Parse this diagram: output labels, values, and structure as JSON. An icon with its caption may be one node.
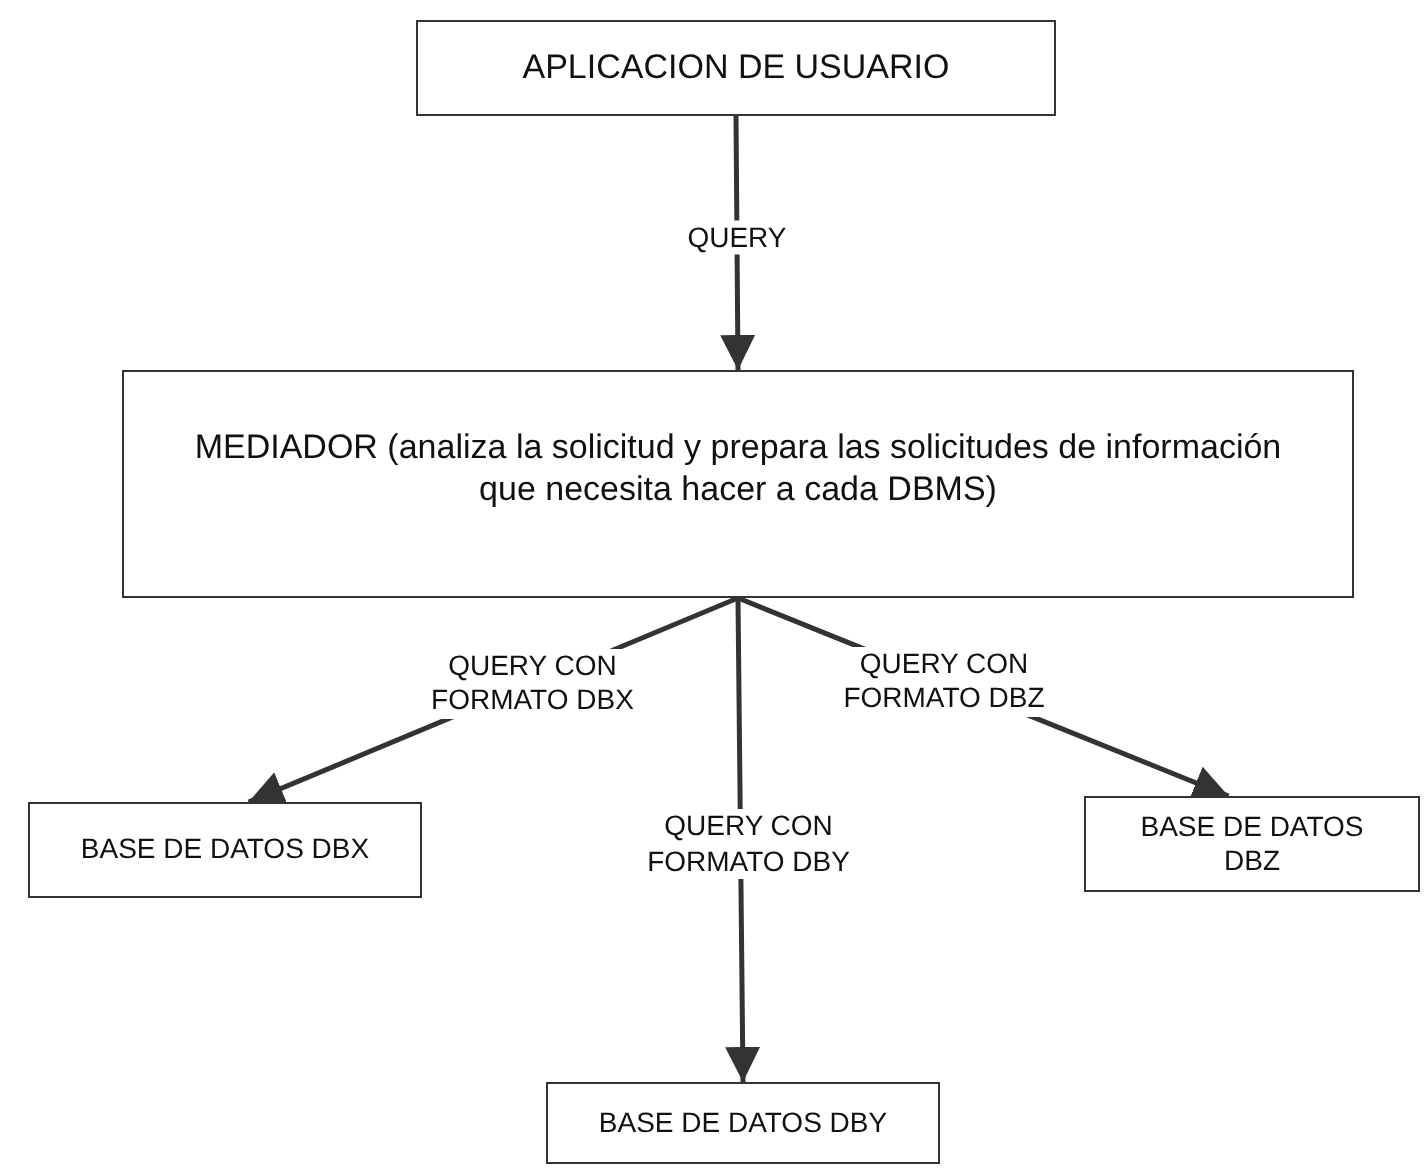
{
  "diagram": {
    "nodes": [
      {
        "text": [
          "APLICACION DE USUARIO"
        ]
      },
      {
        "text": [
          "MEDIADOR (analiza la solicitud y prepara las solicitudes de información que necesita hacer a cada DBMS)"
        ]
      },
      {
        "text": [
          "BASE DE DATOS DBX"
        ]
      },
      {
        "text": [
          "BASE DE DATOS DBY"
        ]
      },
      {
        "text": [
          "BASE DE DATOS DBZ"
        ]
      }
    ],
    "edges": [
      {
        "from": 0,
        "to": 1,
        "arrow": "to",
        "label": "QUERY"
      },
      {
        "from": 1,
        "to": 2,
        "arrow": "to",
        "label": "QUERY CON FORMATO DBX"
      },
      {
        "from": 1,
        "to": 3,
        "arrow": "to",
        "label": "QUERY CON FORMATO DBY"
      },
      {
        "from": 1,
        "to": 4,
        "arrow": "to",
        "label": "QUERY CON FORMATO DBZ"
      }
    ]
  }
}
